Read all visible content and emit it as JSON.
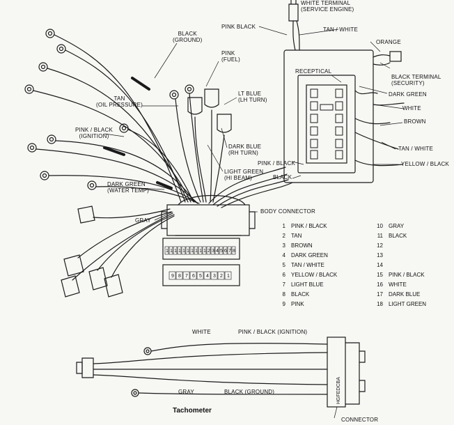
{
  "main_harness": {
    "labels": {
      "white_terminal": "WHITE TERMINAL\n(SERVICE ENGINE)",
      "pink_black_top": "PINK  BLACK",
      "tan_white_top": "TAN / WHITE",
      "orange": "ORANGE",
      "black_terminal": "BLACK TERMINAL\n(SECURITY)",
      "receptical": "RECEPTICAL",
      "dark_green": "DARK GREEN",
      "white": "WHITE",
      "brown": "BROWN",
      "tan_white_right": "TAN / WHITE",
      "yellow_black": "YELLOW / BLACK",
      "black_ground": "BLACK\n(GROUND)",
      "pink_fuel": "PINK\n(FUEL)",
      "tan_oil": "TAN\n(OIL PRESSURE)",
      "lt_blue": "LT BLUE\n(LH TURN)",
      "pink_black_ign": "PINK / BLACK\n(IGNITION)",
      "dark_blue": "DARK BLUE\n(RH TURN)",
      "pink_black_mid": "PINK / BLACK",
      "light_green": "LIGHT GREEN\n(HI BEAM)",
      "black_mid": "BLACK",
      "dark_green_water": "DARK GREEN\n(WATER TEMP)",
      "gray": "GRAY",
      "body_connector": "BODY CONNECTOR"
    },
    "connector_top_digits": [
      "1",
      "1",
      "1",
      "1",
      "1",
      "1",
      "1",
      "1",
      "1",
      "1",
      "2",
      "3",
      "4",
      "5",
      "6",
      "7",
      "8"
    ],
    "connector_bottom_digits": [
      "9",
      "8",
      "7",
      "6",
      "5",
      "4",
      "3",
      "2",
      "1"
    ]
  },
  "pin_table": {
    "left": [
      {
        "num": "1",
        "color": "PINK / BLACK"
      },
      {
        "num": "2",
        "color": "TAN"
      },
      {
        "num": "3",
        "color": "BROWN"
      },
      {
        "num": "4",
        "color": "DARK GREEN"
      },
      {
        "num": "5",
        "color": "TAN / WHITE"
      },
      {
        "num": "6",
        "color": "YELLOW / BLACK"
      },
      {
        "num": "7",
        "color": "LIGHT BLUE"
      },
      {
        "num": "8",
        "color": "BLACK"
      },
      {
        "num": "9",
        "color": "PINK"
      }
    ],
    "right": [
      {
        "num": "10",
        "color": "GRAY"
      },
      {
        "num": "11",
        "color": "BLACK"
      },
      {
        "num": "12",
        "color": ""
      },
      {
        "num": "13",
        "color": ""
      },
      {
        "num": "14",
        "color": ""
      },
      {
        "num": "15",
        "color": "PINK / BLACK"
      },
      {
        "num": "16",
        "color": "WHITE"
      },
      {
        "num": "17",
        "color": "DARK BLUE"
      },
      {
        "num": "18",
        "color": "LIGHT GREEN"
      }
    ]
  },
  "tachometer": {
    "title": "Tachometer",
    "labels": {
      "white": "WHITE",
      "pink_black": "PINK / BLACK (IGNITION)",
      "gray": "GRAY",
      "black_ground": "BLACK (GROUND)",
      "connector": "CONNECTOR"
    },
    "connector_letters": "HGFEDCBA"
  }
}
